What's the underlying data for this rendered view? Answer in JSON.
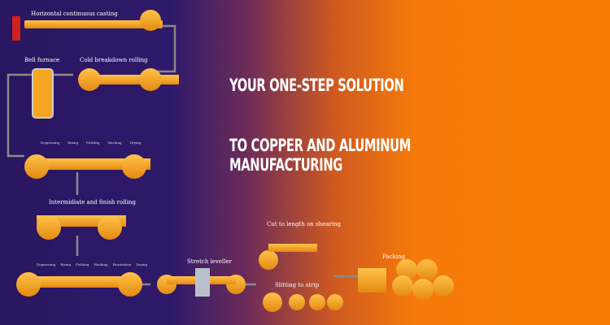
{
  "headline": {
    "line1": "YOUR ONE-STEP SOLUTION",
    "line2": "TO COPPER AND ALUMINUM MANUFACTURING"
  },
  "process": {
    "casting": "Horizontal continuous casting",
    "bell": "Bell furnace",
    "breakdown": "Cold breakdown rolling",
    "line1_steps": [
      "Degreasing",
      "Rising",
      "Pickling",
      "Washing",
      "Drying"
    ],
    "intermediate": "Intermidiate and finish rolling",
    "line2_steps": [
      "Degreasing",
      "Rising",
      "Pickling",
      "Washing",
      "Passivation",
      "Drying"
    ],
    "stretch": "Stretch leveller",
    "cut": "Cut to length on shearing",
    "slit": "Slitting to strip",
    "packing": "Packing"
  },
  "colors": {
    "purple": "#2a1560",
    "orange": "#f77d05",
    "coil": "#f5a623"
  }
}
